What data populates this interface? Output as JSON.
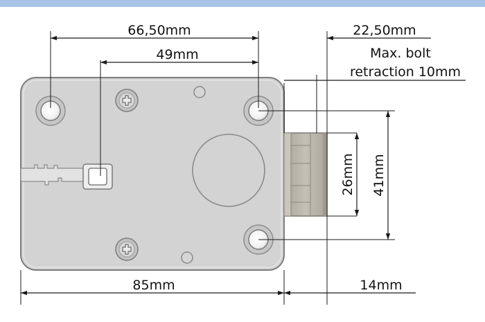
{
  "dimensions": {
    "mount_hole_spacing": "66,50mm",
    "spindle_offset": "49mm",
    "bolt_extension": "22,50mm",
    "bolt_note_line1": "Max. bolt",
    "bolt_note_line2": "retraction 10mm",
    "bolt_height": "26mm",
    "hole_vertical_spacing": "41mm",
    "body_width": "85mm",
    "bolt_depth": "14mm"
  },
  "colors": {
    "header_bar": "#a9c3e6",
    "plate_fill": "#d3d3d3",
    "plate_stroke": "#7d7d7d",
    "bolt_fill": "#b9b5ab",
    "line": "#1a1a1a"
  }
}
